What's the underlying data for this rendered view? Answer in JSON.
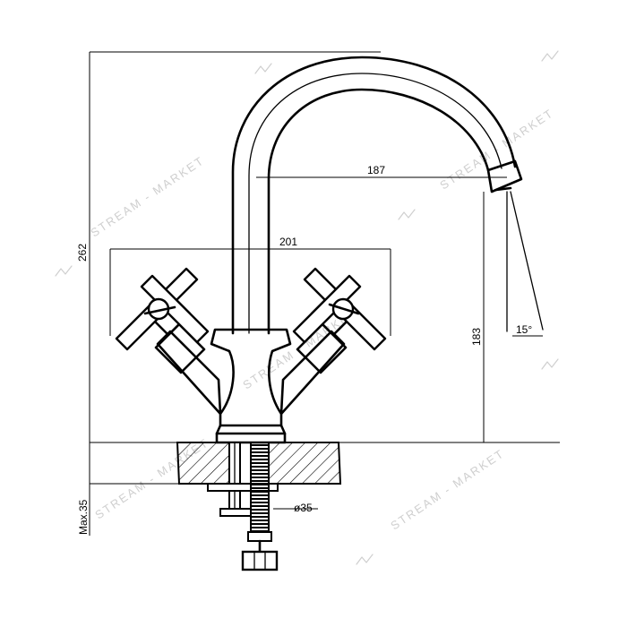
{
  "dimensions": {
    "spout_reach": "187",
    "handle_span": "201",
    "total_height": "262",
    "spout_height": "183",
    "spout_angle": "15°",
    "max_thickness": "Max.35",
    "hole_diameter": "ø35"
  },
  "watermark": {
    "text": "STREAM - MARKET"
  }
}
